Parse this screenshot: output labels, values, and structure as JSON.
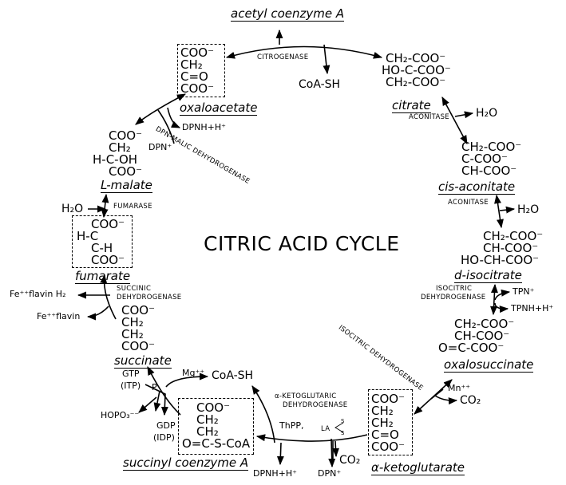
{
  "title": "CITRIC ACID CYCLE",
  "compounds": {
    "acetyl_coa": "acetyl coenzyme A",
    "citrate": "citrate",
    "cis_aconitate": "cis-aconitate",
    "d_isocitrate": "d-isocitrate",
    "oxalosuccinate": "oxalosuccinate",
    "alpha_ketoglutarate": "α-ketoglutarate",
    "succinyl_coa": "succinyl coenzyme A",
    "succinate": "succinate",
    "fumarate": "fumarate",
    "l_malate": "L-malate",
    "oxaloacetate": "oxaloacetate"
  },
  "formulas": {
    "citrate": [
      "CH₂-COO⁻",
      "HO-C-COO⁻",
      "CH₂-COO⁻"
    ],
    "cis_aconitate": [
      "CH₂-COO⁻",
      "C-COO⁻",
      "CH-COO⁻"
    ],
    "d_isocitrate": [
      "CH₂-COO⁻",
      "CH-COO⁻",
      "HO-CH-COO⁻"
    ],
    "oxalosuccinate": [
      "CH₂-COO⁻",
      "CH-COO⁻",
      "O=C-COO⁻"
    ],
    "alpha_ketoglutarate": [
      "COO⁻",
      "CH₂",
      "CH₂",
      "C=O",
      "COO⁻"
    ],
    "succinyl_coa": [
      "COO⁻",
      "CH₂",
      "CH₂",
      "O=C-S-CoA"
    ],
    "succinate": [
      "COO⁻",
      "CH₂",
      "CH₂",
      "COO⁻"
    ],
    "fumarate": [
      "COO⁻",
      "H-C",
      "C-H",
      "COO⁻"
    ],
    "l_malate": [
      "COO⁻",
      "CH₂",
      "H-C-OH",
      "COO⁻"
    ],
    "oxaloacetate": [
      "COO⁻",
      "CH₂",
      "C=O",
      "COO⁻"
    ]
  },
  "enzymes": {
    "citrogenase": "CITROGENASE",
    "aconitase_1": "ACONITASE",
    "aconitase_2": "ACONITASE",
    "isocitric_dh_1": "ISOCITRIC",
    "isocitric_dh_2": "DEHYDROGENASE",
    "isocitric_dh_diag": "ISOCITRIC DEHYDROGENASE",
    "akg_dh_1": "α-KETOGLUTARIC",
    "akg_dh_2": "DEHYDROGENASE",
    "succinic_dh_1": "SUCCINIC",
    "succinic_dh_2": "DEHYDROGENASE",
    "fumarase": "FUMARASE",
    "dpn_malic_dh": "DPN-MALIC DEHYDROGENASE"
  },
  "cofactors": {
    "coa_sh_top": "CoA-SH",
    "h2o_citrate": "H₂O",
    "h2o_aconitate": "H₂O",
    "tpn": "TPN⁺",
    "tpnh": "TPNH+H⁺",
    "mn": "Mn⁺⁺",
    "co2_right": "CO₂",
    "co2_bottom": "CO₂",
    "dpn_bottom": "DPN⁺",
    "dpnh_bottom": "DPNH+H⁺",
    "thpp": "ThPP,",
    "la": "LA",
    "coa_sh_bottom": "CoA-SH",
    "mg": "Mg⁺⁺",
    "gtp": "GTP",
    "itp": "(ITP)",
    "p": "P",
    "gdp": "GDP",
    "idp": "(IDP)",
    "hopo3": "HOPO₃⁻⁻",
    "fad_h2": "Fe⁺⁺flavin H₂",
    "fad": "Fe⁺⁺flavin",
    "h2o_fumarate": "H₂O",
    "dpn_left": "DPN⁺",
    "dpnh_left": "DPNH+H⁺"
  }
}
